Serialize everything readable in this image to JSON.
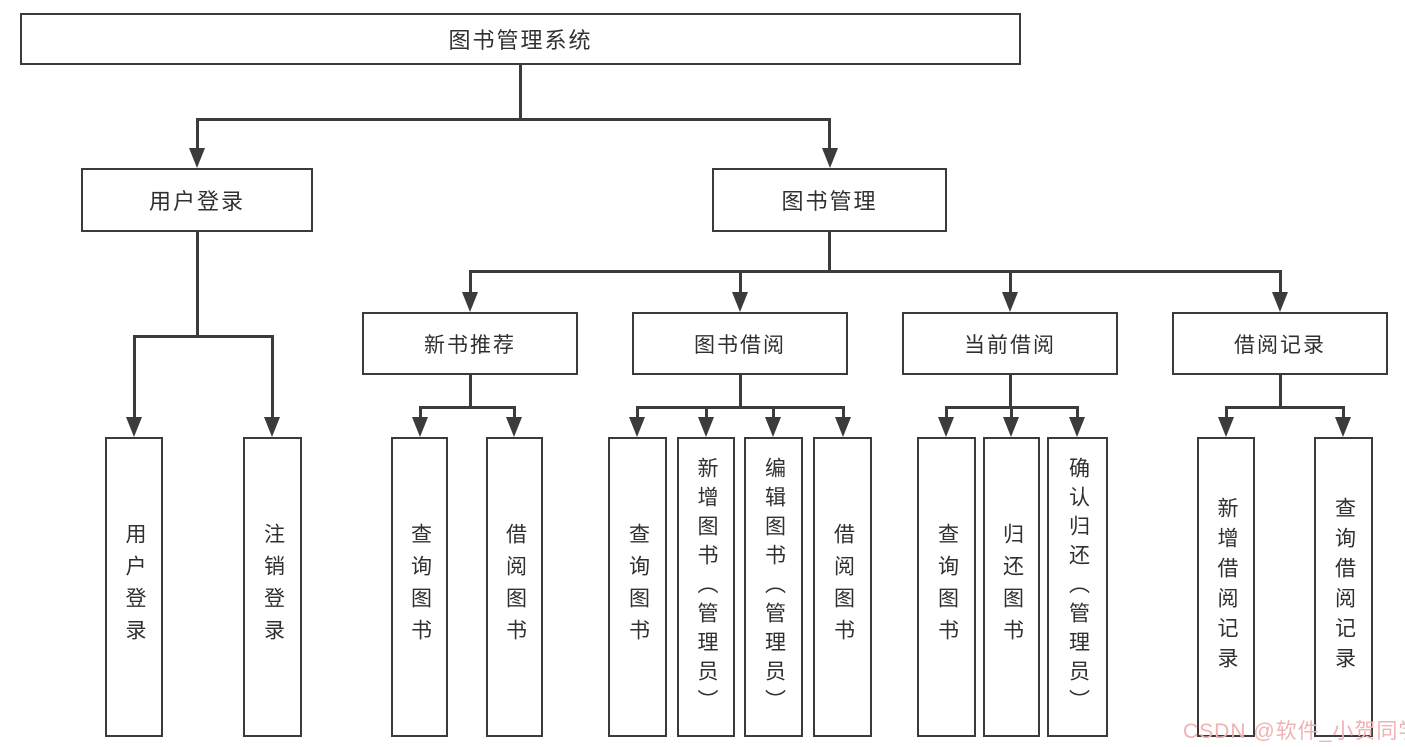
{
  "colors": {
    "line": "#3b3b3b",
    "text": "#303030",
    "background": "#ffffff",
    "watermark": "#f1b2b2"
  },
  "tree": {
    "root": "图书管理系统",
    "branches": [
      {
        "label": "用户登录",
        "children": [
          "用户登录",
          "注销登录"
        ]
      },
      {
        "label": "图书管理",
        "children": [
          {
            "label": "新书推荐",
            "children": [
              "查询图书",
              "借阅图书"
            ]
          },
          {
            "label": "图书借阅",
            "children": [
              "查询图书",
              "新增图书（管理员）",
              "编辑图书（管理员）",
              "借阅图书"
            ]
          },
          {
            "label": "当前借阅",
            "children": [
              "查询图书",
              "归还图书",
              "确认归还（管理员）"
            ]
          },
          {
            "label": "借阅记录",
            "children": [
              "新增借阅记录",
              "查询借阅记录"
            ]
          }
        ]
      }
    ]
  },
  "watermark": {
    "text": "CSDN @软件_小贺同学"
  }
}
